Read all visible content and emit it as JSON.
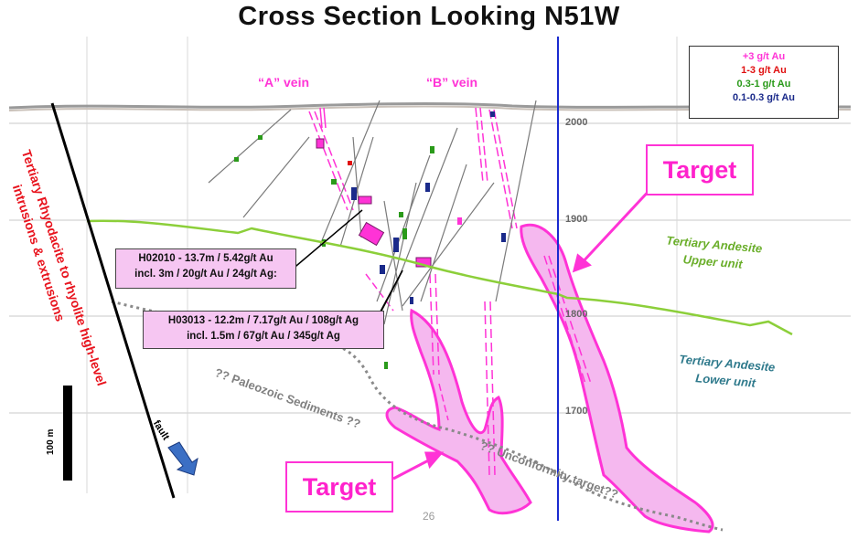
{
  "title": "Cross Section Looking N51W",
  "legend": [
    {
      "label": "+3 g/t Au",
      "color": "#ff33d6"
    },
    {
      "label": "1-3 g/t Au",
      "color": "#e01010"
    },
    {
      "label": "0.3-1 g/t Au",
      "color": "#2a9a1a"
    },
    {
      "label": "0.1-0.3 g/t Au",
      "color": "#1a2a8a"
    }
  ],
  "veins": {
    "a": "“A” vein",
    "b": "“B” vein"
  },
  "elevations": [
    "2000",
    "1900",
    "1800",
    "1700"
  ],
  "targets": {
    "upper": "Target",
    "lower": "Target"
  },
  "callouts": {
    "h02010_line1": "H02010 - 13.7m / 5.42g/t Au",
    "h02010_line2": "incl. 3m / 20g/t Au / 24g/t Ag:",
    "h03013_line1": "H03013 - 12.2m / 7.17g/t Au / 108g/t Ag",
    "h03013_line2": "incl. 1.5m / 67g/t Au / 345g/t Ag"
  },
  "units": {
    "upper_line1": "Tertiary Andesite",
    "upper_line2": "Upper unit",
    "lower_line1": "Tertiary Andesite",
    "lower_line2": "Lower unit",
    "rhyodacite_line1": "Tertiary Rhyodacite to rhyolite high-level",
    "rhyodacite_line2": "intrusions & extrusions",
    "paleozoic": "?? Paleozoic Sediments ??",
    "unconformity": "?? Unconformity target??"
  },
  "fault_label": "fault",
  "scale_label": "100 m",
  "page_number": "26",
  "colors": {
    "magenta": "#ff33d6",
    "target_fill": "#f5b8ef",
    "upper_contact": "#8ccf3a",
    "section_line": "#1a2ad0",
    "upper_text": "#6aae2a",
    "lower_text": "#2f7a8c",
    "rhyodacite_text": "#e8141e"
  }
}
